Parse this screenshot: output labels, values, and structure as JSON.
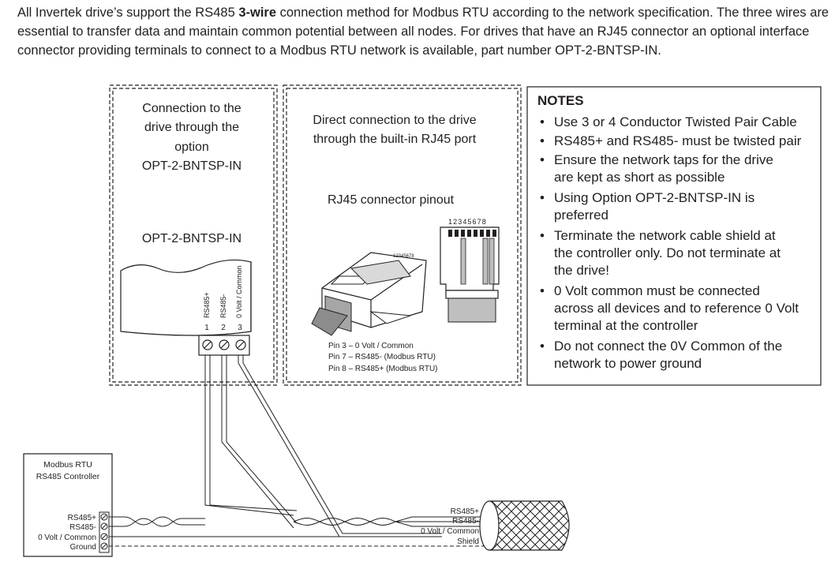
{
  "intro": {
    "part1": "All Invertek drive’s support the RS485 ",
    "bold": "3-wire",
    "part2": " connection method for Modbus RTU according to the network specification. The three wires are essential to transfer data and maintain common potential between all nodes. For drives that have an RJ45 connector an optional interface connector providing terminals to connect to a Modbus RTU network is available, part number OPT-2-BNTSP-IN."
  },
  "option_box": {
    "title_lines": [
      "Connection to the",
      "drive through the",
      "option",
      "OPT-2-BNTSP-IN"
    ],
    "module_label": "OPT-2-BNTSP-IN",
    "terminals": [
      {
        "name": "RS485+",
        "number": "1"
      },
      {
        "name": "RS485-",
        "number": "2"
      },
      {
        "name": "0 Volt / Common",
        "number": "3"
      }
    ]
  },
  "rj45_box": {
    "title_lines": [
      "Direct connection to the drive",
      "through the built-in RJ45 port"
    ],
    "pinout_title": "RJ45 connector pinout",
    "pin_numbers": "12345678",
    "pins": [
      "Pin 3 – 0 Volt / Common",
      "Pin 7 – RS485- (Modbus RTU)",
      "Pin 8 – RS485+ (Modbus RTU)"
    ]
  },
  "notes": {
    "title": "NOTES",
    "items": [
      [
        "Use 3 or 4 Conductor Twisted Pair Cable"
      ],
      [
        "RS485+ and RS485- must be twisted pair"
      ],
      [
        "Ensure the network taps for the drive",
        "are kept as short as possible"
      ],
      [
        "Using Option OPT-2-BNTSP-IN is",
        "preferred"
      ],
      [
        "Terminate the network cable shield at",
        "the controller only. Do not terminate at",
        "the drive!"
      ],
      [
        "0 Volt common must be connected",
        "across all devices and to reference 0 Volt",
        "terminal at the controller"
      ],
      [
        "Do not connect the 0V Common of the",
        "network to power ground"
      ]
    ]
  },
  "controller": {
    "title_lines": [
      "Modbus RTU",
      "RS485 Controller"
    ],
    "terminals": [
      "RS485+",
      "RS485-",
      "0 Volt / Common",
      "Ground"
    ]
  },
  "cable": {
    "labels": [
      "RS485+",
      "RS485-",
      "0 Volt / Common",
      "Shield"
    ]
  }
}
